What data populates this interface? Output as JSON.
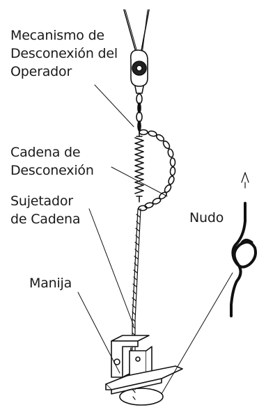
{
  "labels": {
    "mecanismo_line1": "Mecanismo de",
    "mecanismo_line2": "Desconexión del",
    "mecanismo_line3": "Operador",
    "cadena_line1": "Cadena de",
    "cadena_line2": "Desconexión",
    "sujetador_line1": "Sujetador",
    "sujetador_line2": "de Cadena",
    "manija": "Manija",
    "nudo": "Nudo"
  }
}
